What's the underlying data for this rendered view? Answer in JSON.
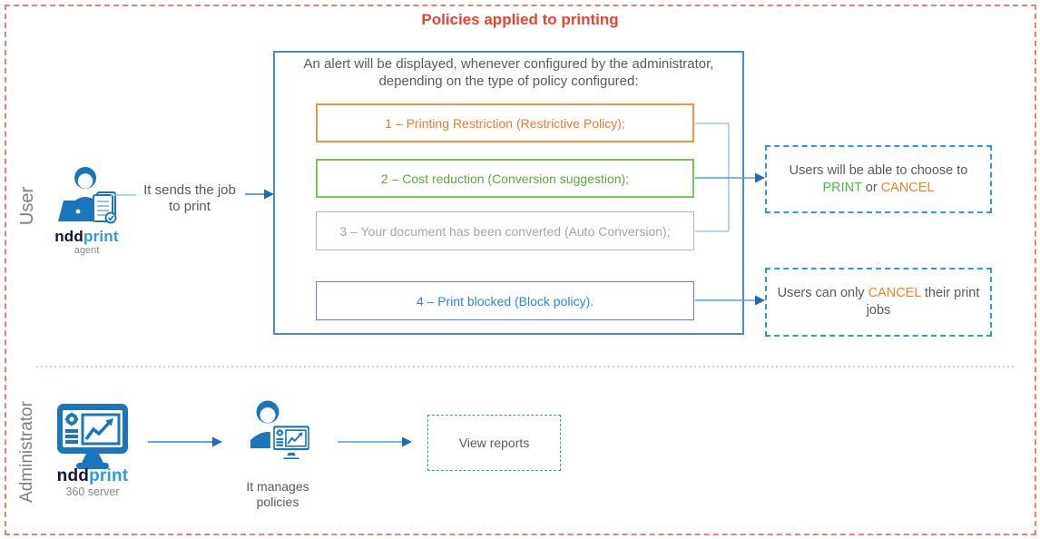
{
  "header": {
    "title": "Policies applied to printing"
  },
  "lanes": {
    "user_label": "User",
    "admin_label": "Administrator"
  },
  "user_flow": {
    "agent_icon": "user-at-laptop-with-documents-icon",
    "brand_ndd": "ndd",
    "brand_print": "print",
    "brand_sub": "agent",
    "caption_line1": "It sends the job",
    "caption_line2": "to print"
  },
  "alert_box": {
    "intro_line1": "An alert will be displayed, whenever configured by the administrator,",
    "intro_line2": "depending on the type of policy configured:",
    "policies": [
      {
        "label": "1 – Printing Restriction (Restrictive Policy);",
        "color": "#ed7d31"
      },
      {
        "label": "2 – Cost reduction (Conversion suggestion);",
        "color": "#70ad47"
      },
      {
        "label": "3 – Your document has been converted (Auto Conversion);",
        "color": "#a6a6a6"
      },
      {
        "label": "4 – Print blocked (Block policy).",
        "color": "#2e86c8"
      }
    ]
  },
  "outcomes": {
    "choose": {
      "line1": "Users will be able to choose to",
      "print_word": "PRINT",
      "or_word": " or ",
      "cancel_word": "CANCEL"
    },
    "cancel_only": {
      "pre": "Users can only ",
      "cancel_word": "CANCEL",
      "post": " their print jobs"
    }
  },
  "admin_flow": {
    "server_icon": "monitor-with-gear-and-chart-icon",
    "admin_icon": "person-with-monitor-icon",
    "brand_ndd": "ndd",
    "brand_print": "print",
    "brand_sub": "360 server",
    "caption_line1": "It manages",
    "caption_line2": "policies",
    "view_reports_label": "View reports"
  },
  "colors": {
    "title_red": "#e8432d",
    "outer_border": "#ef7f6e",
    "policy_orange": "#ed7d31",
    "policy_green": "#70ad47",
    "policy_gray": "#a6a6a6",
    "policy_blue": "#2e86c8",
    "container_border": "#4e8ac8",
    "dashed_box_border": "#2e9bd6",
    "connector_light": "#9dc3e6",
    "connector": "#5b9bd5",
    "arrowhead": "#1f6cb4",
    "icon_blue": "#1b75bc",
    "brand_navy": "#12123f",
    "brand_blue": "#2e9ae0",
    "print_green": "#4db848",
    "cancel_orange": "#f5821f",
    "text_gray": "#595959"
  }
}
